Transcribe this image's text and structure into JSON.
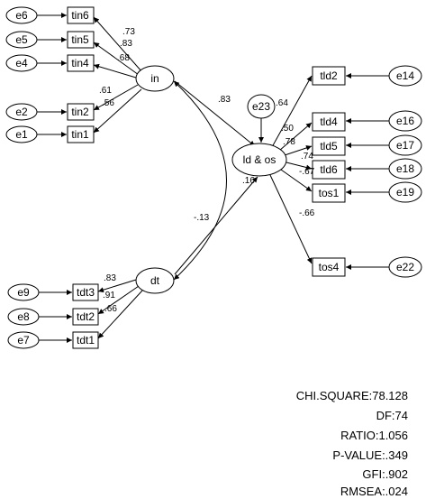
{
  "latent": {
    "in": "in",
    "dt": "dt",
    "ldos": "ld & os"
  },
  "indicators": {
    "tin6": "tin6",
    "tin5": "tin5",
    "tin4": "tin4",
    "tin2": "tin2",
    "tin1": "tin1",
    "tld2": "tld2",
    "tld4": "tld4",
    "tld5": "tld5",
    "tld6": "tld6",
    "tos1": "tos1",
    "tos4": "tos4",
    "tdt3": "tdt3",
    "tdt2": "tdt2",
    "tdt1": "tdt1"
  },
  "errors": {
    "e6": "e6",
    "e5": "e5",
    "e4": "e4",
    "e2": "e2",
    "e1": "e1",
    "e14": "e14",
    "e16": "e16",
    "e17": "e17",
    "e18": "e18",
    "e19": "e19",
    "e22": "e22",
    "e9": "e9",
    "e8": "e8",
    "e7": "e7",
    "e23": "e23"
  },
  "loadings": {
    "tin6": ".73",
    "tin5": ".83",
    "tin4": ".68",
    "tin2": ".61",
    "tin1": ".56",
    "tld2": ".64",
    "tld4": ".50",
    "tld5": ".78",
    "tld6": ".74",
    "tos1": "-.67",
    "tos4": "-.66",
    "tdt3": ".83",
    "tdt2": ".91",
    "tdt1": ".66"
  },
  "structural": {
    "in_ldos": ".83",
    "dt_ldos": ".16",
    "in_dt": "-.13"
  },
  "fit_indices": {
    "chi_square": "CHI.SQUARE:78.128",
    "df": "DF:74",
    "ratio": "RATIO:1.056",
    "p_value": "P-VALUE:.349",
    "gfi": "GFI:.902",
    "rmsea": "RMSEA:.024"
  }
}
